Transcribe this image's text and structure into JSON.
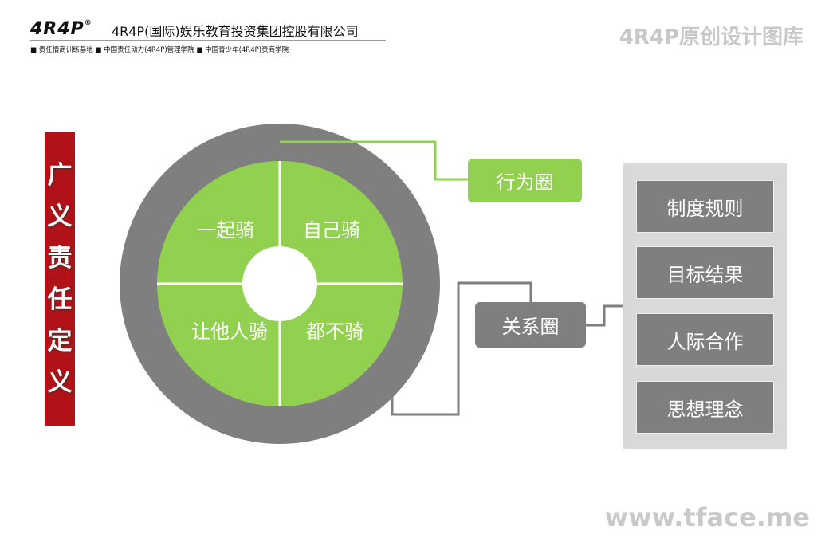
{
  "header": {
    "logo_text": "4R4P",
    "logo_mark": "®",
    "company": "4R4P(国际)娱乐教育投资集团控股有限公司",
    "subtitle": "■ 责任情商训练基地  ■ 中国责任动力(4R4P)管理学院  ■ 中国青少年(4R4P)责商学院",
    "watermark": "4R4P原创设计图库"
  },
  "footer": {
    "site": "www.tface.me"
  },
  "vertical_title": [
    "广",
    "义",
    "责",
    "任",
    "定",
    "义"
  ],
  "circle": {
    "quadrants": [
      "一起骑",
      "自己骑",
      "让他人骑",
      "都不骑"
    ],
    "colors": {
      "ring": "#7f7f7f",
      "inner": "#92d050",
      "center": "#ffffff",
      "accent": "#b11218"
    }
  },
  "labels": {
    "behavior": "行为圈",
    "relation": "关系圈"
  },
  "panel_items": [
    "制度规则",
    "目标结果",
    "人际合作",
    "思想理念"
  ]
}
